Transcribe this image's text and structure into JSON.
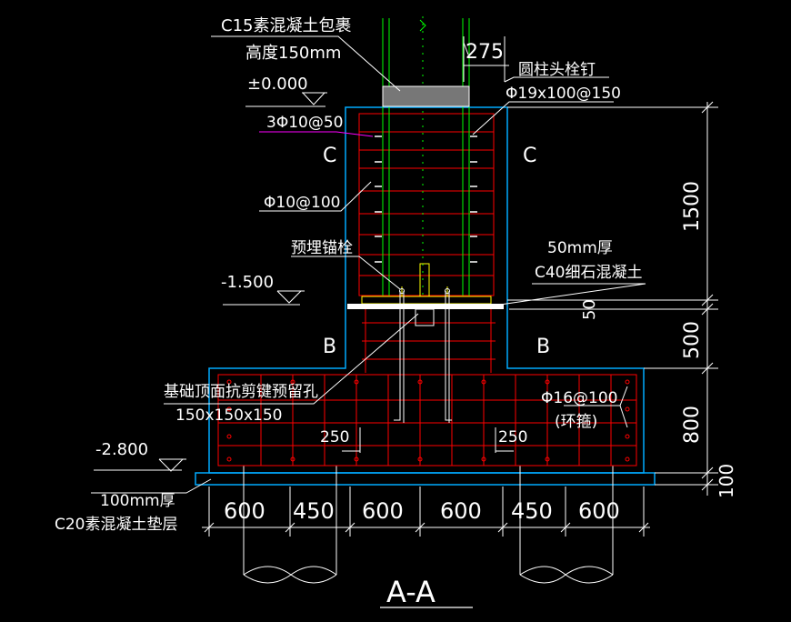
{
  "labels": {
    "c15_line1": "C15素混凝土包裹",
    "c15_line2": "高度150mm",
    "dim_275": "275",
    "level_zero": "±0.000",
    "stud_title": "圆柱头栓钉",
    "stud_spec": "Φ19x100@150",
    "rebar_top": "3Φ10@50",
    "section_c_left": "C",
    "section_c_right": "C",
    "stirrup": "Φ10@100",
    "anchor_bolt": "预埋锚栓",
    "grout_thickness": "50mm厚",
    "grout_material": "C40细石混凝土",
    "level_minus_1500": "-1.500",
    "section_b_left": "B",
    "section_b_right": "B",
    "shear_key_hole_line1": "基础顶面抗剪键预留孔",
    "shear_key_hole_line2": "150x150x150",
    "ring_rebar_spec": "Φ16@100",
    "ring_rebar_note": "(环箍)",
    "dim_250_left": "250",
    "dim_250_right": "250",
    "level_minus_2800": "-2.800",
    "cushion_line1": "100mm厚",
    "cushion_line2": "C20素混凝土垫层",
    "section_title": "A-A"
  },
  "dimensions": {
    "right": [
      "1500",
      "50",
      "500",
      "800",
      "100"
    ],
    "bottom": [
      "600",
      "450",
      "600",
      "600",
      "450",
      "600"
    ]
  },
  "colors": {
    "background": "#000000",
    "outline": "#00aaff",
    "rebar": "#ff0000",
    "steel_column": "#00ff00",
    "embedded": "#ffff00",
    "leader": "#ffffff",
    "callout_magenta": "#ff00ff"
  }
}
